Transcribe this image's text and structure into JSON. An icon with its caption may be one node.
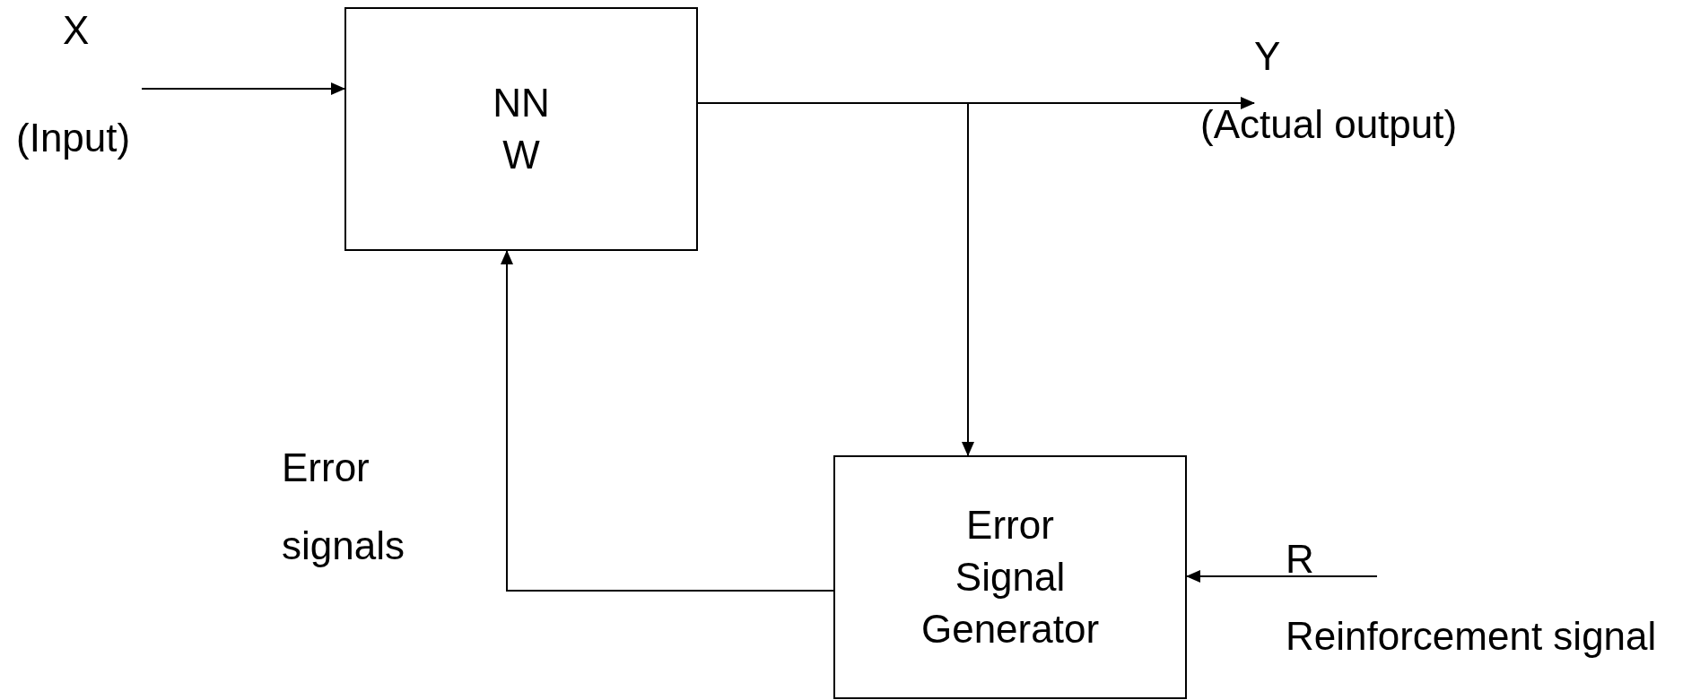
{
  "diagram": {
    "nodes": [
      {
        "text": [
          "NN W"
        ]
      },
      {
        "text": [
          "Error Signal Generator"
        ]
      },
      {
        "text": [
          "Y",
          "(Actual output)"
        ]
      }
    ],
    "edges": [
      {
        "from": null,
        "to": 0,
        "arrow": "to"
      },
      {
        "from": 0,
        "to": 2,
        "arrow": "to"
      },
      {
        "from": 0,
        "to": 1,
        "arrow": "to"
      },
      {
        "from": 1,
        "to": 0,
        "arrow": "to"
      },
      {
        "from": null,
        "to": 1,
        "arrow": "to"
      }
    ],
    "labels": [
      "X",
      "(Input)",
      "Error signals",
      "R",
      "Reinforcement signal"
    ]
  }
}
